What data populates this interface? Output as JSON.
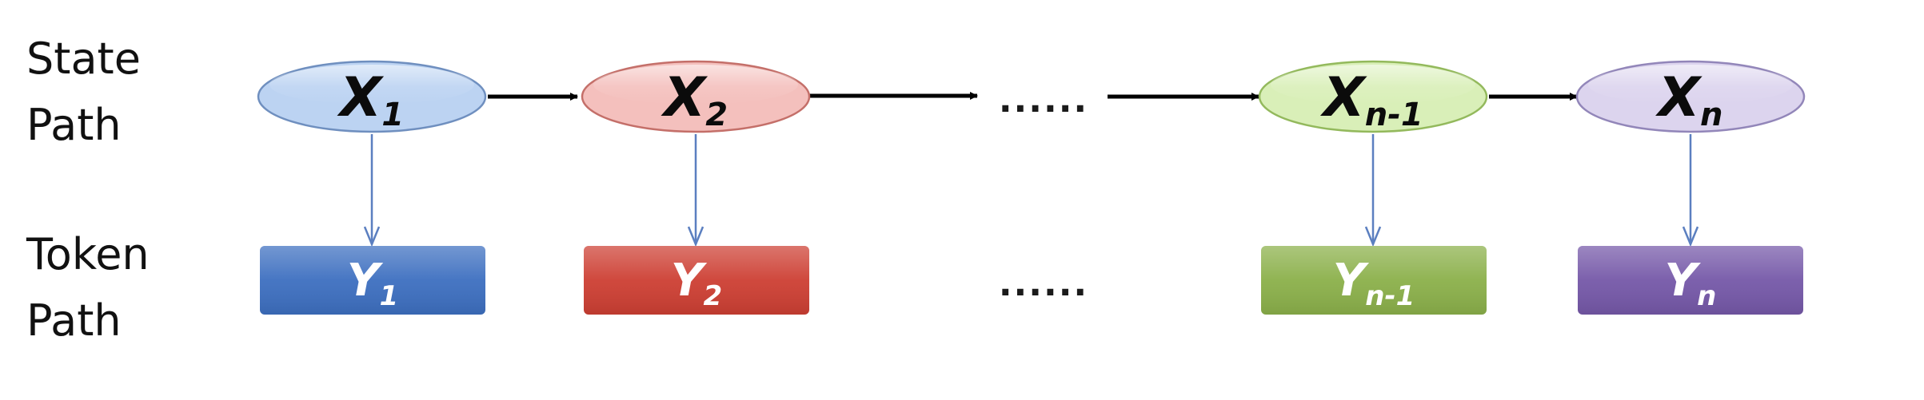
{
  "labels": {
    "state_line1": "State",
    "state_line2": "Path",
    "token_line1": "Token",
    "token_line2": "Path"
  },
  "ellipsis": {
    "state": "......",
    "token": "......"
  },
  "states": [
    {
      "main": "X",
      "sub": "1",
      "fill": "#bcd3f2",
      "stroke": "#6f8fbf"
    },
    {
      "main": "X",
      "sub": "2",
      "fill": "#f4c0bd",
      "stroke": "#c46f69"
    },
    {
      "main": "X",
      "sub": "n-1",
      "fill": "#d9efb8",
      "stroke": "#93b95c"
    },
    {
      "main": "X",
      "sub": "n",
      "fill": "#dcd4ee",
      "stroke": "#9286b9"
    }
  ],
  "tokens": [
    {
      "main": "Y",
      "sub": "1",
      "fill": "#3d6fc0"
    },
    {
      "main": "Y",
      "sub": "2",
      "fill": "#cd3f33"
    },
    {
      "main": "Y",
      "sub": "n-1",
      "fill": "#8bb04a"
    },
    {
      "main": "Y",
      "sub": "n",
      "fill": "#7558a8"
    }
  ],
  "colors": {
    "state_arrow": "#000000",
    "emission_arrow": "#5b7fc0"
  }
}
